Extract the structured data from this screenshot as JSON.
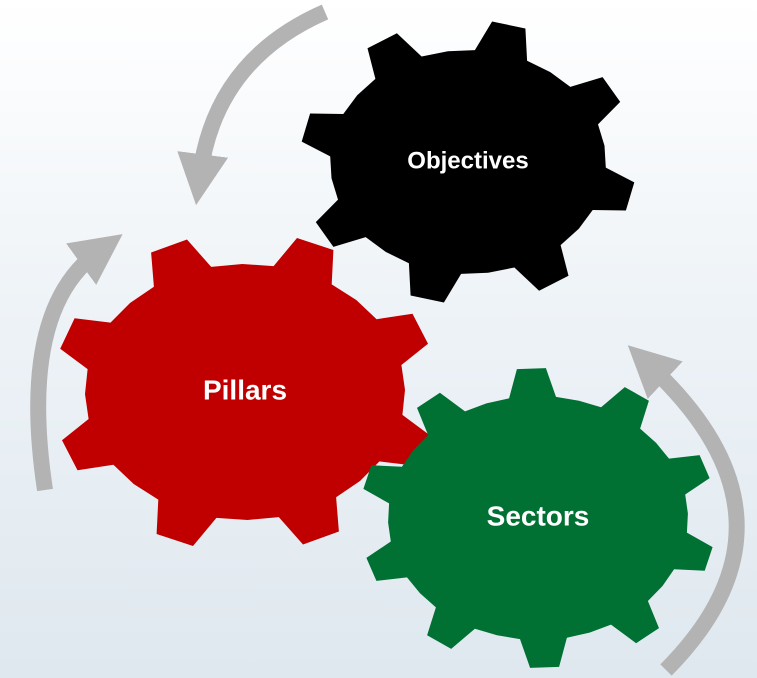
{
  "diagram": {
    "gears": [
      {
        "id": "objectives",
        "label": "Objectives",
        "color": "#000000"
      },
      {
        "id": "pillars",
        "label": "Pillars",
        "color": "#c00000"
      },
      {
        "id": "sectors",
        "label": "Sectors",
        "color": "#007033"
      }
    ],
    "arrow_color": "#b3b3b3",
    "background": [
      "#ffffff",
      "#dfe8ef"
    ]
  }
}
